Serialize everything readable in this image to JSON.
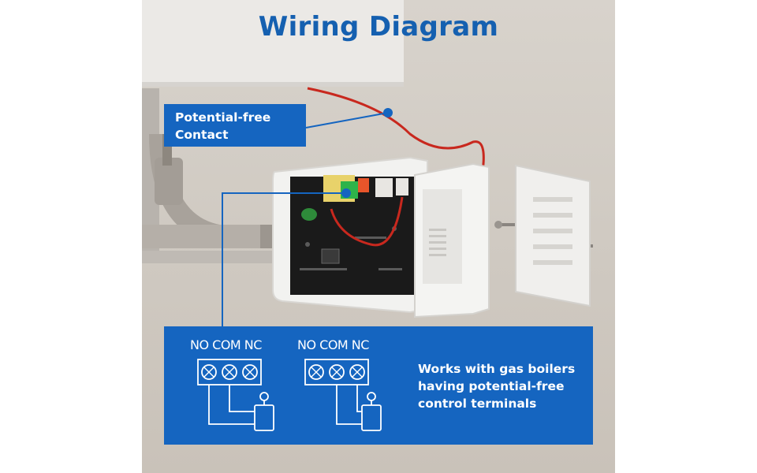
{
  "title": "Wiring Diagram",
  "callout": {
    "line1": "Potential-free",
    "line2": "Contact"
  },
  "terminals": [
    {
      "labels": "NO COM NC"
    },
    {
      "labels": "NO COM NC"
    }
  ],
  "description": {
    "line1": "Works with gas boilers",
    "line2": "having potential-free",
    "line3": "control terminals"
  },
  "colors": {
    "accent_blue": "#1565c0",
    "title_blue": "#1560b0",
    "wire_red": "#c8281e",
    "wall": "#d3cdc5"
  }
}
